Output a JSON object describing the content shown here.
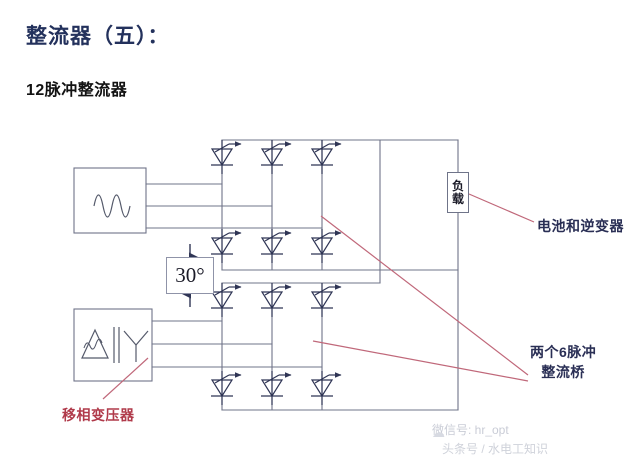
{
  "page": {
    "title": "整流器（五）：",
    "subtitle": "12脉冲整流器",
    "title_color": "#23315c",
    "subtitle_color": "#121212",
    "background": "#ffffff"
  },
  "diagram": {
    "line_color": "#6f7489",
    "symbol_color": "#2f3555",
    "leader_color": "#c06070",
    "ac_source": {
      "name": "ac-source",
      "symbol": "sine-wave",
      "phases": 3
    },
    "transformer": {
      "name": "phase-shifting-transformer",
      "symbols": [
        "delta-winding",
        "core",
        "wye-winding"
      ],
      "phases": 3
    },
    "phase_shift": {
      "value": "30°",
      "arrow": "double-headed-vertical"
    },
    "bridges": [
      {
        "name": "six-pulse-bridge-top",
        "columns": 3,
        "rows": 2,
        "devices": 6,
        "device": "thyristor"
      },
      {
        "name": "six-pulse-bridge-bottom",
        "columns": 3,
        "rows": 2,
        "devices": 6,
        "device": "thyristor"
      }
    ],
    "load": {
      "label_chars": [
        "负",
        "载"
      ],
      "label": "负载"
    }
  },
  "labels": {
    "transformer": "移相变压器",
    "battery_inverter": "电池和逆变器",
    "bridges_line1": "两个6脉冲",
    "bridges_line2": "整流桥"
  },
  "watermark": {
    "line1": "微信号: hr_opt",
    "line2": "头条号 / 水电工知识",
    "mark": "☁"
  }
}
